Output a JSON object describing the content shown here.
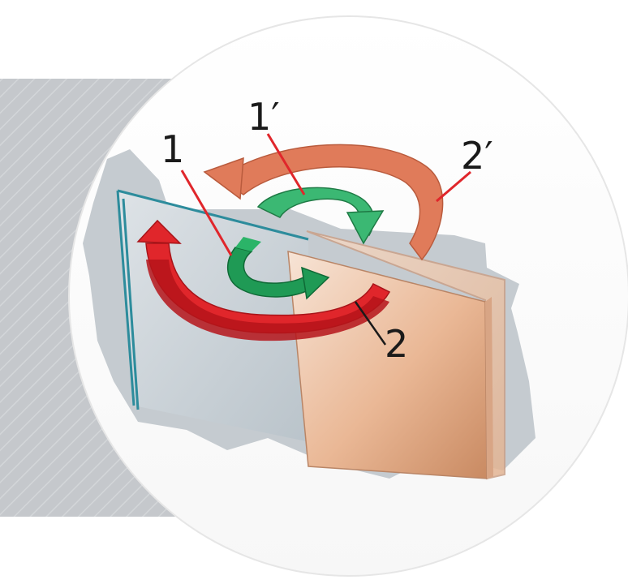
{
  "diagram": {
    "labels": {
      "l1": "1",
      "l1p": "1′",
      "l2": "2",
      "l2p": "2′"
    },
    "colors": {
      "backdrop": "#c9ccd0",
      "circle": "#ffffff",
      "wall": "#c8d1d6",
      "glass_edge": "#2d8c9c",
      "panel": "#e8b592",
      "red_arrow": "#e0262b",
      "orange_arrow": "#e07b5a",
      "green_arrow": "#1f9a55",
      "leader_line": "#e0262b"
    }
  }
}
